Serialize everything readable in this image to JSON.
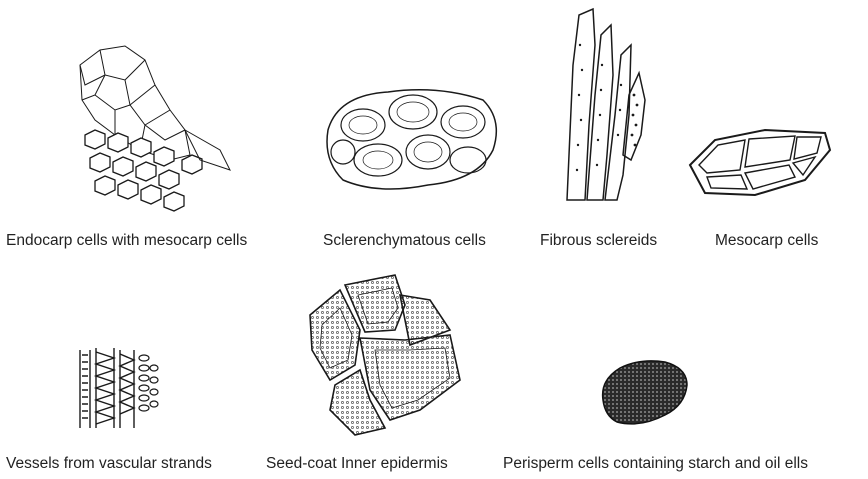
{
  "panels": [
    {
      "label": "Endocarp cells with mesocarp cells"
    },
    {
      "label": "Sclerenchymatous cells"
    },
    {
      "label": "Fibrous sclereids"
    },
    {
      "label": "Mesocarp cells"
    },
    {
      "label": "Vessels from vascular strands"
    },
    {
      "label": "Seed-coat Inner epidermis"
    },
    {
      "label": "Perisperm cells containing starch and oil ells"
    }
  ],
  "colors": {
    "ink": "#1a1a1a",
    "background": "#ffffff"
  }
}
